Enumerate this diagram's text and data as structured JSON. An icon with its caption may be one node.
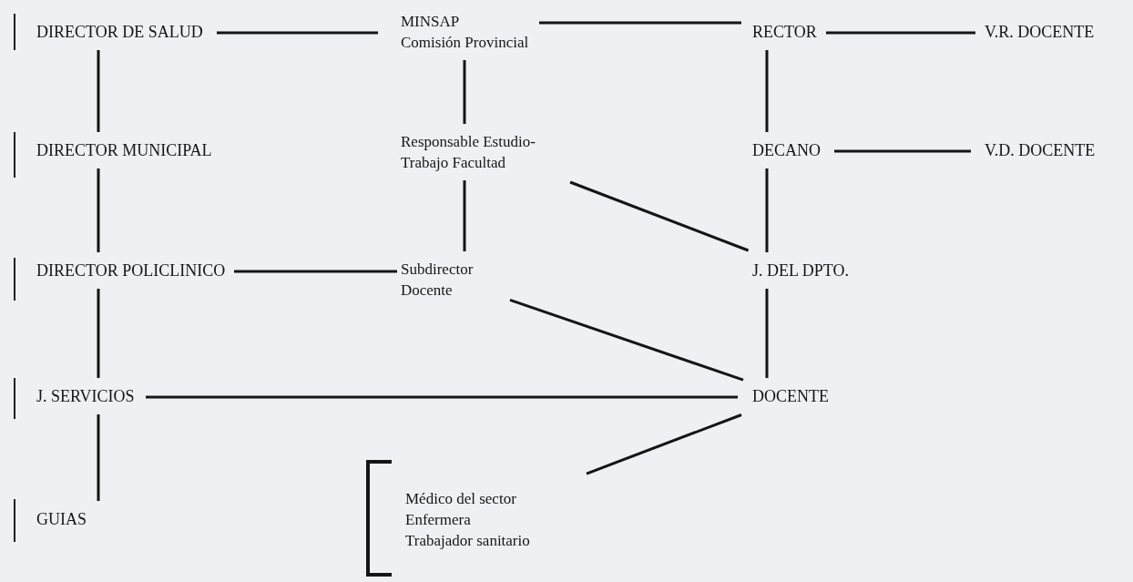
{
  "diagram": {
    "nodes": [
      {
        "text": [
          "DIRECTOR DE SALUD"
        ]
      },
      {
        "text": [
          "MINSAP",
          "Comisión Provincial"
        ]
      },
      {
        "text": [
          "RECTOR"
        ]
      },
      {
        "text": [
          "V.R. DOCENTE"
        ]
      },
      {
        "text": [
          "DIRECTOR MUNICIPAL"
        ]
      },
      {
        "text": [
          "Responsable Estudio- Trabajo Facultad"
        ]
      },
      {
        "text": [
          "DECANO"
        ]
      },
      {
        "text": [
          "V.D. DOCENTE"
        ]
      },
      {
        "text": [
          "DIRECTOR POLICLINICO"
        ]
      },
      {
        "text": [
          "Subdirector Docente"
        ]
      },
      {
        "text": [
          "J. DEL DPTO."
        ]
      },
      {
        "text": [
          "J. SERVICIOS"
        ]
      },
      {
        "text": [
          "DOCENTE"
        ]
      },
      {
        "text": [
          "GUIAS"
        ]
      },
      {
        "text": [
          "Médico del sector",
          "Enfermera",
          "Trabajador sanitario"
        ]
      }
    ],
    "edges": [
      {
        "from": 0,
        "to": 1,
        "arrow": "none"
      },
      {
        "from": 1,
        "to": 2,
        "arrow": "none"
      },
      {
        "from": 2,
        "to": 3,
        "arrow": "none"
      },
      {
        "from": 0,
        "to": 4,
        "arrow": "none"
      },
      {
        "from": 4,
        "to": 8,
        "arrow": "none"
      },
      {
        "from": 8,
        "to": 11,
        "arrow": "none"
      },
      {
        "from": 11,
        "to": 13,
        "arrow": "none"
      },
      {
        "from": 1,
        "to": 5,
        "arrow": "none"
      },
      {
        "from": 5,
        "to": 9,
        "arrow": "none"
      },
      {
        "from": 2,
        "to": 6,
        "arrow": "none"
      },
      {
        "from": 6,
        "to": 10,
        "arrow": "none"
      },
      {
        "from": 10,
        "to": 12,
        "arrow": "none"
      },
      {
        "from": 6,
        "to": 7,
        "arrow": "none"
      },
      {
        "from": 8,
        "to": 9,
        "arrow": "none"
      },
      {
        "from": 5,
        "to": 10,
        "arrow": "none"
      },
      {
        "from": 9,
        "to": 12,
        "arrow": "none"
      },
      {
        "from": 11,
        "to": 12,
        "arrow": "none"
      },
      {
        "from": 14,
        "to": 12,
        "arrow": "none"
      }
    ]
  }
}
